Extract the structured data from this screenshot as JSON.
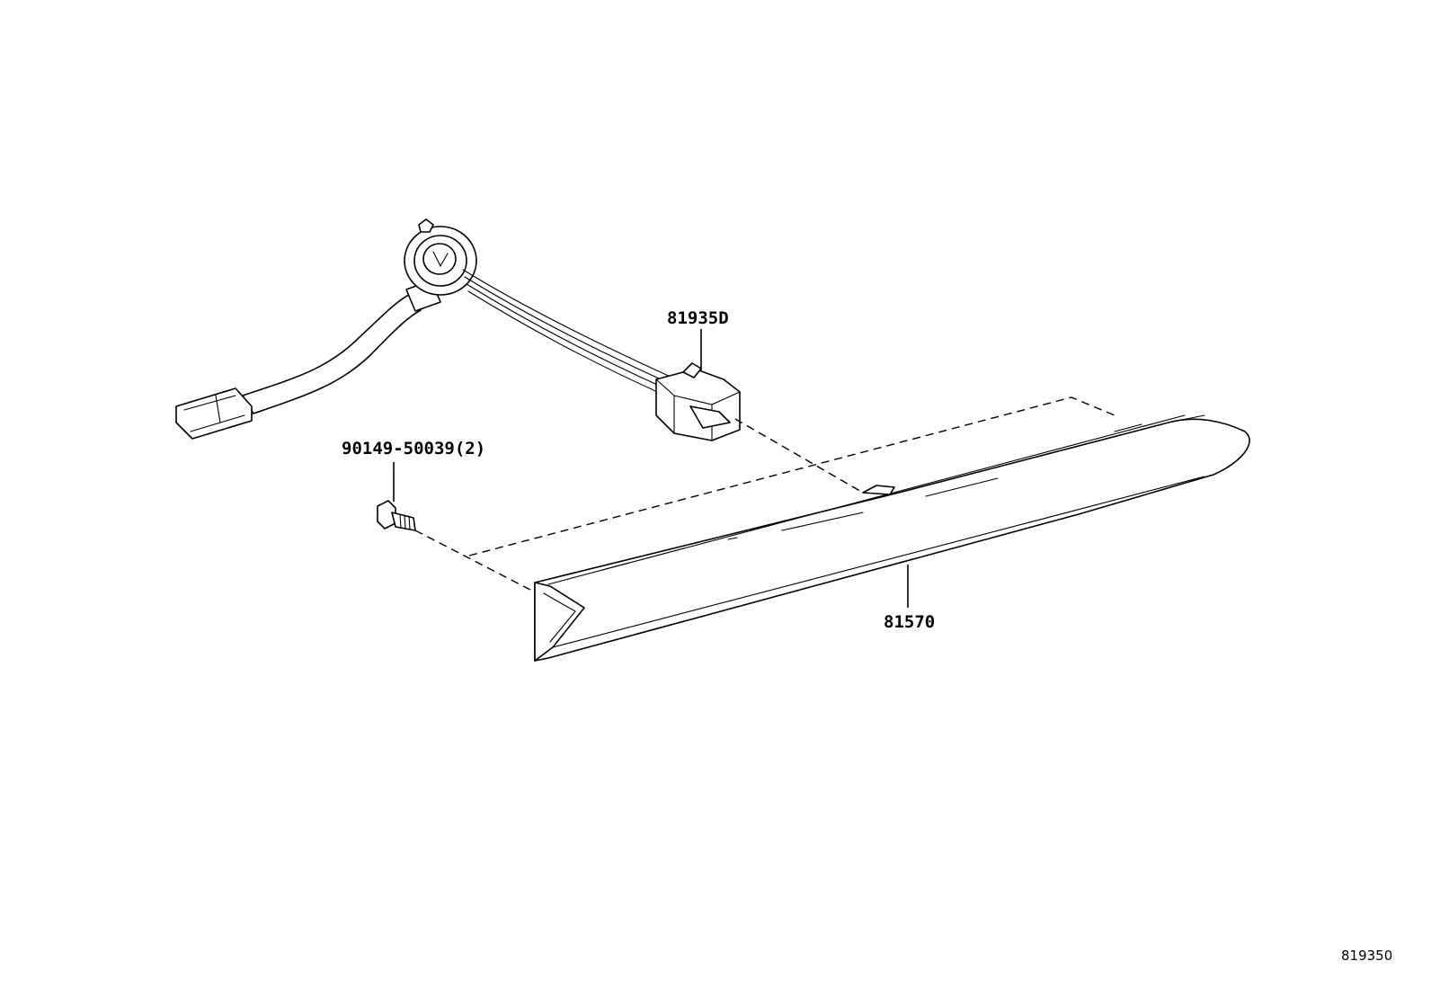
{
  "diagram": {
    "parts": [
      {
        "id": "wire",
        "label": "81935D"
      },
      {
        "id": "screw",
        "label": "90149-50039(2)"
      },
      {
        "id": "lamp",
        "label": "81570"
      }
    ],
    "reference": "819350"
  }
}
